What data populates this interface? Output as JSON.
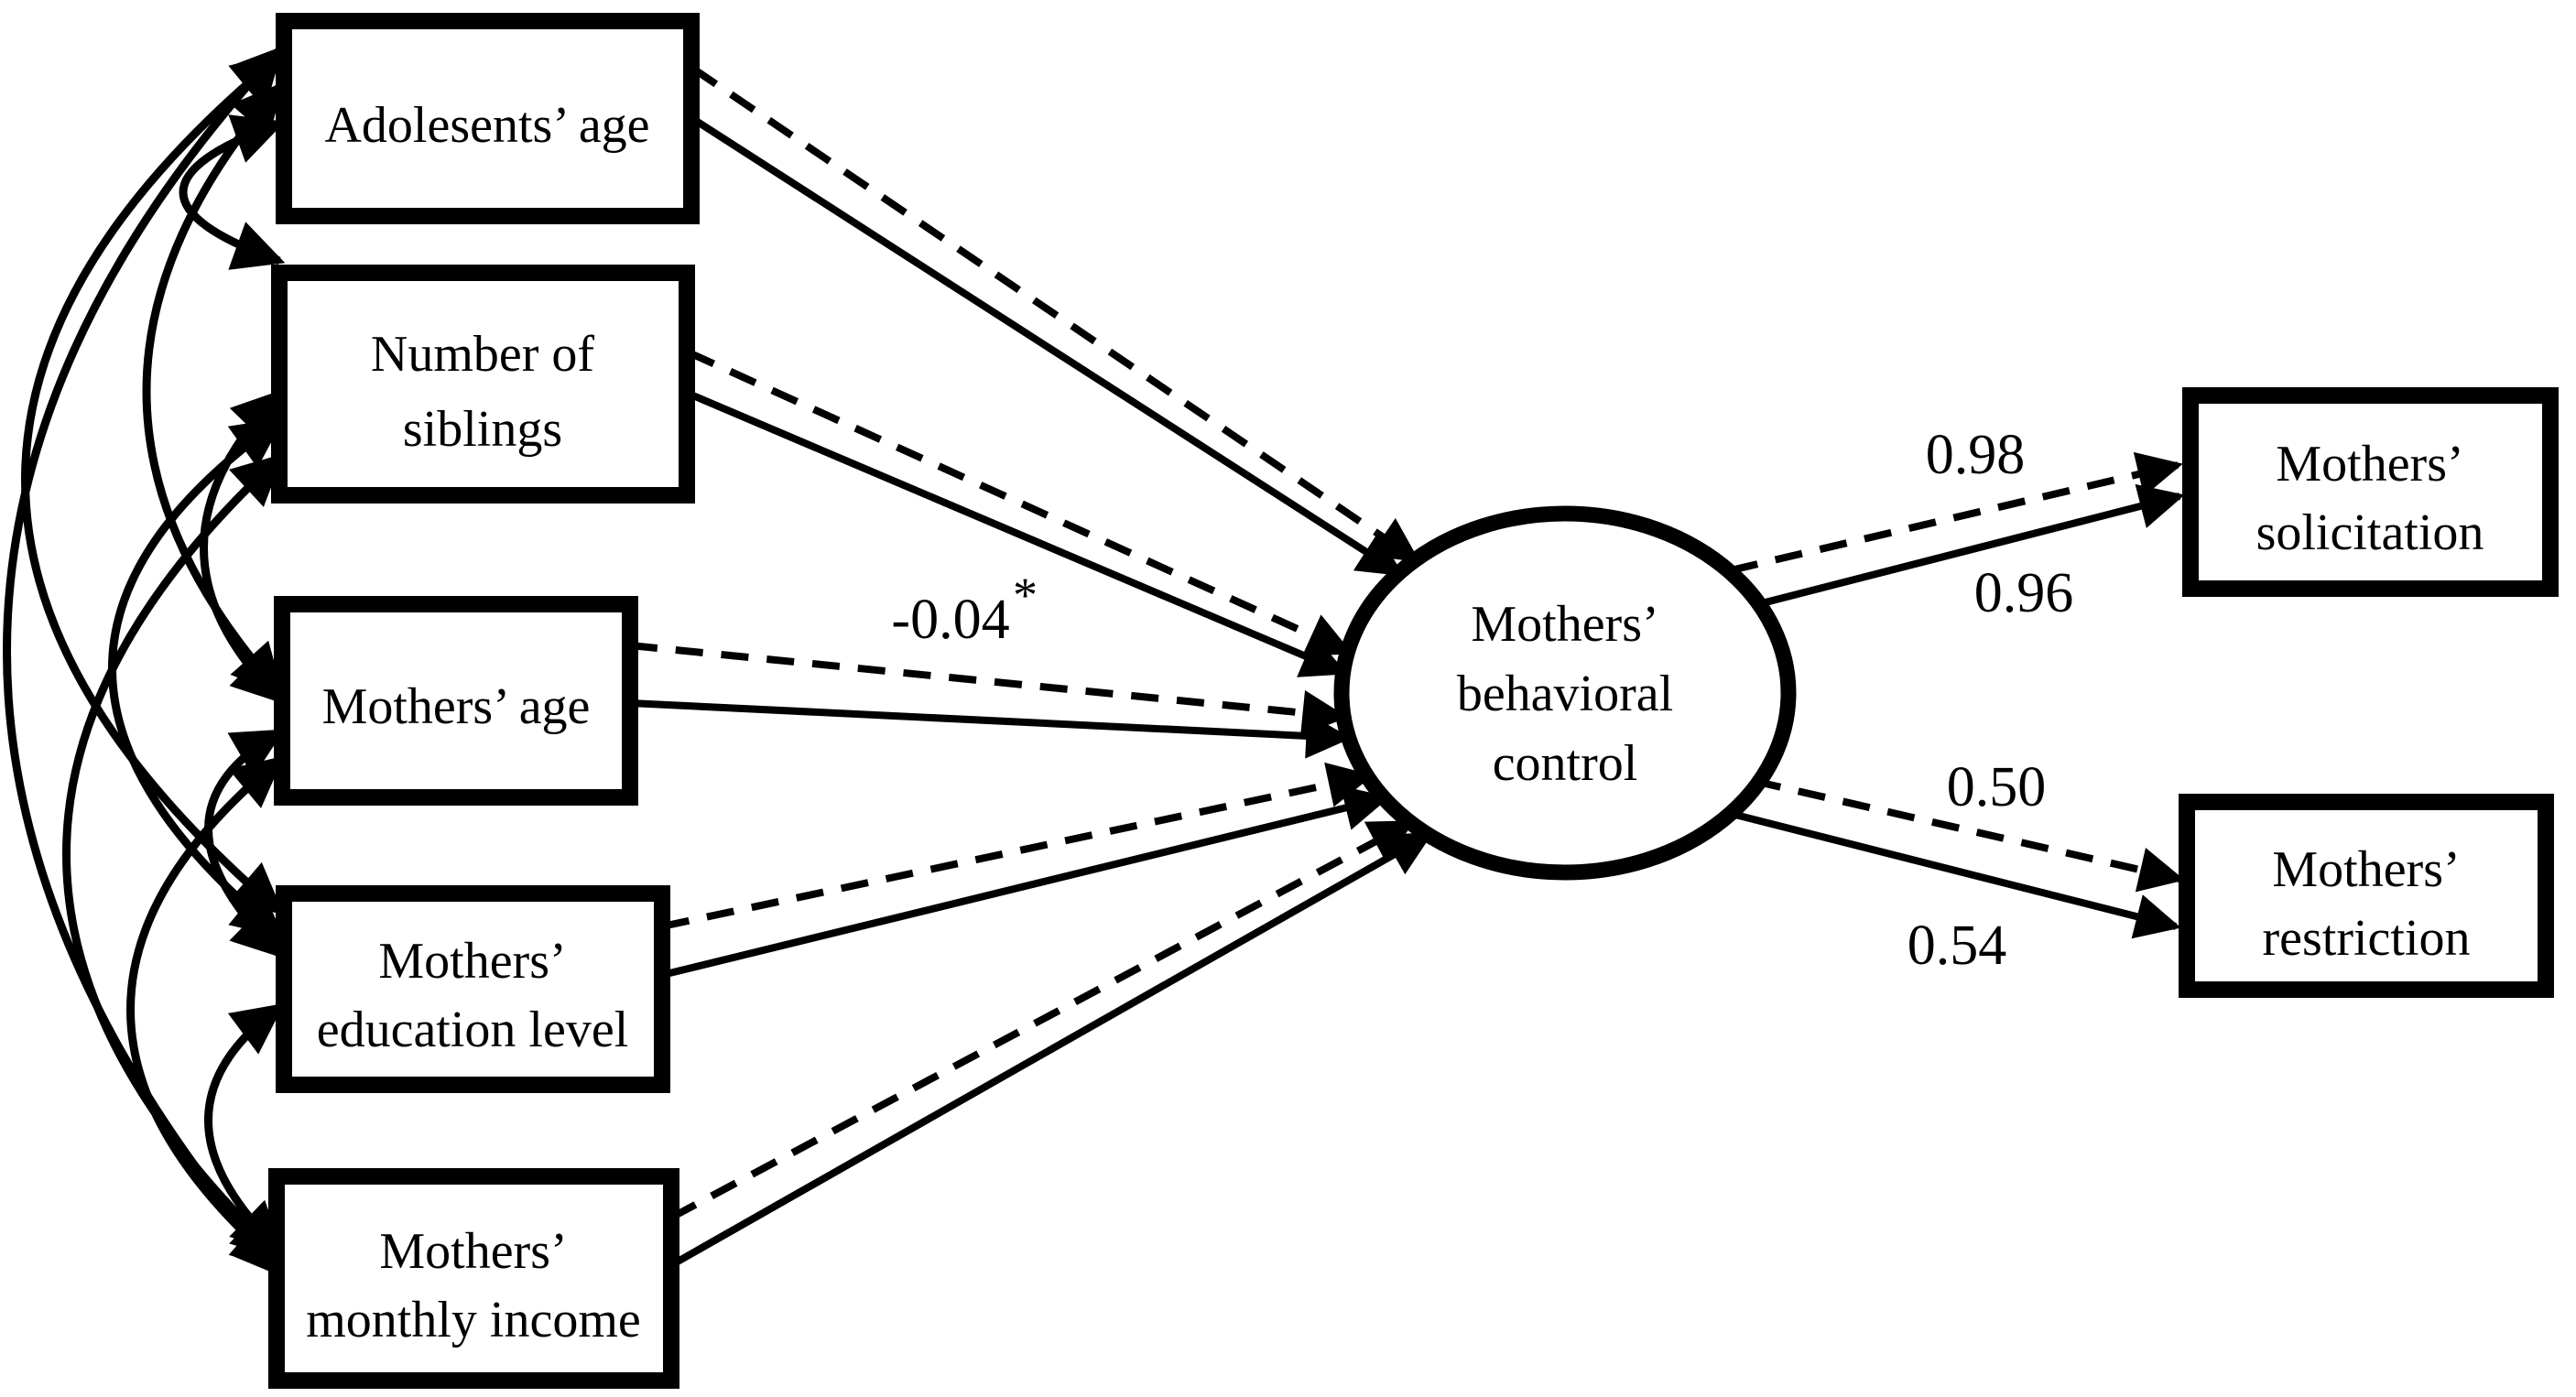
{
  "figure": {
    "background_color": "#ffffff",
    "ink_color": "#000000",
    "nodes": {
      "exogenous": [
        {
          "label_lines": [
            "Adolesents’ age"
          ]
        },
        {
          "label_lines": [
            "Number of",
            "siblings"
          ]
        },
        {
          "label_lines": [
            "Mothers’ age"
          ]
        },
        {
          "label_lines": [
            "Mothers’",
            "education level"
          ]
        },
        {
          "label_lines": [
            "Mothers’",
            "monthly income"
          ]
        }
      ],
      "latent": {
        "label_lines": [
          "Mothers’",
          "behavioral",
          "control"
        ]
      },
      "outcomes": [
        {
          "label_lines": [
            "Mothers’",
            "solicitation"
          ]
        },
        {
          "label_lines": [
            "Mothers’",
            "restriction"
          ]
        }
      ]
    },
    "path_labels": {
      "mothers_age_to_control": {
        "value": "-0.04",
        "superscript": "*"
      },
      "control_to_solicitation": {
        "dashed": "0.98",
        "solid": "0.96"
      },
      "control_to_restriction": {
        "dashed": "0.50",
        "solid": "0.54"
      }
    }
  }
}
